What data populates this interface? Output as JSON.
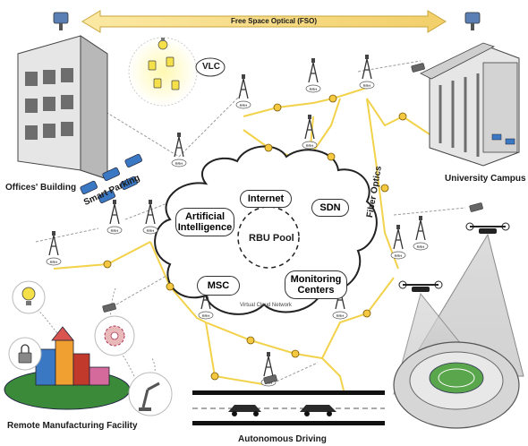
{
  "banner": {
    "label": "Free Space Optical (FSO)"
  },
  "sites": {
    "offices": "Offices' Building",
    "parking": "Smart Parking",
    "vlc": "VLC",
    "campus": "University Campus",
    "fiber": "Fiber Optics",
    "manufacturing": "Remote Manufacturing Facility",
    "driving": "Autonomous Driving"
  },
  "cloud": {
    "internet": "Internet",
    "ai": "Artificial Intelligence",
    "sdn": "SDN",
    "rbu_pool": "RBU Pool",
    "msc": "MSC",
    "monitoring": "Monitoring Centers",
    "caption": "Virtual Cloud Network"
  },
  "node_label": "RRH",
  "colors": {
    "fiber": "#f2d24a",
    "link": "#999999",
    "cloud_stroke": "#222222",
    "building_front": "#e6e6e6",
    "building_side": "#b8b8b8",
    "window": "#6d6d6d",
    "accent_yellow": "#f5e04a",
    "accent_red": "#c0392b",
    "accent_blue": "#3b78c4",
    "accent_green": "#3a8a3a"
  }
}
